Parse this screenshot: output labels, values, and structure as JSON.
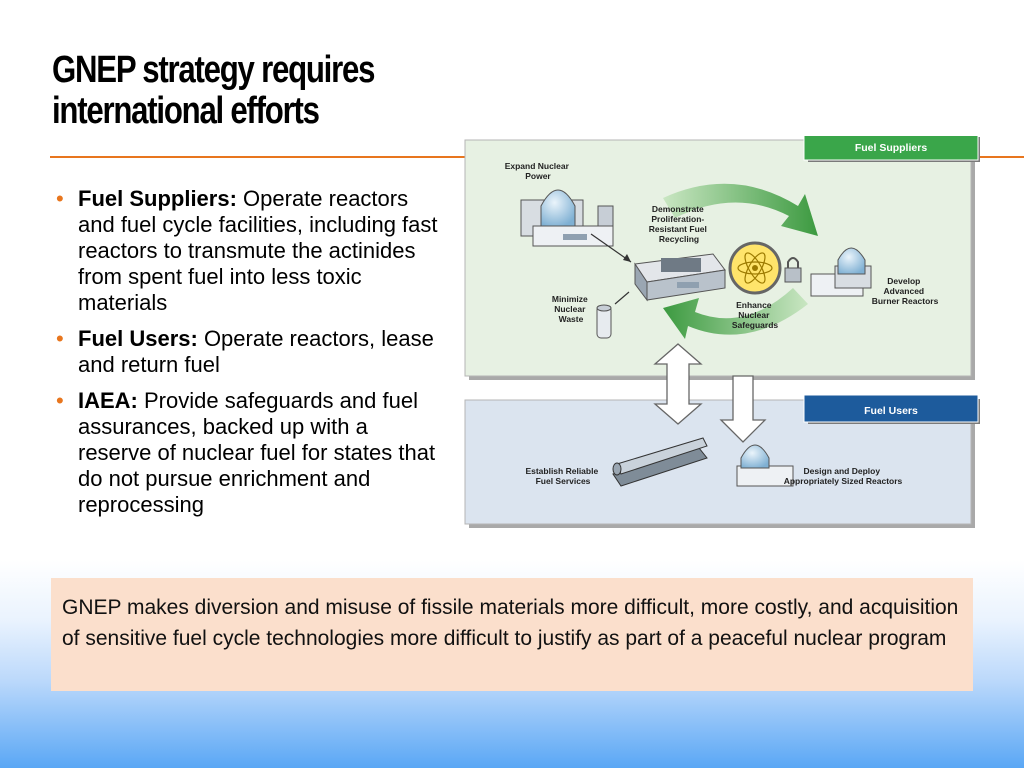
{
  "title": {
    "line1": "GNEP strategy requires",
    "line2": "international efforts"
  },
  "bullets": [
    {
      "term": "Fuel Suppliers:",
      "text": " Operate reactors and fuel cycle facilities, including fast reactors to transmute the actinides from spent fuel into less toxic materials"
    },
    {
      "term": "Fuel Users:",
      "text": " Operate reactors, lease and return fuel"
    },
    {
      "term": "IAEA:",
      "text": " Provide safeguards and fuel assurances, backed up with a reserve of nuclear fuel for states that do not pursue enrichment and reprocessing"
    }
  ],
  "diagram": {
    "suppliers_header": "Fuel Suppliers",
    "users_header": "Fuel Users",
    "expand": [
      "Expand Nuclear",
      "Power"
    ],
    "demonstrate": [
      "Demonstrate",
      "Proliferation-",
      "Resistant Fuel",
      "Recycling"
    ],
    "minimize": [
      "Minimize",
      "Nuclear",
      "Waste"
    ],
    "enhance": [
      "Enhance",
      "Nuclear",
      "Safeguards"
    ],
    "develop": [
      "Develop",
      "Advanced",
      "Burner Reactors"
    ],
    "establish": [
      "Establish Reliable",
      "Fuel Services"
    ],
    "design": [
      "Design and Deploy",
      "Appropriately Sized Reactors"
    ]
  },
  "callout": {
    "text": "GNEP makes diversion and misuse of fissile materials more difficult, more costly, and acquisition of sensitive fuel cycle technologies more difficult to justify as part of a peaceful nuclear program"
  },
  "colors": {
    "accent": "#e8761e",
    "suppliers_green": "#3aa64a",
    "users_blue": "#1d5b9c",
    "callout_bg": "#fbdfcc"
  }
}
